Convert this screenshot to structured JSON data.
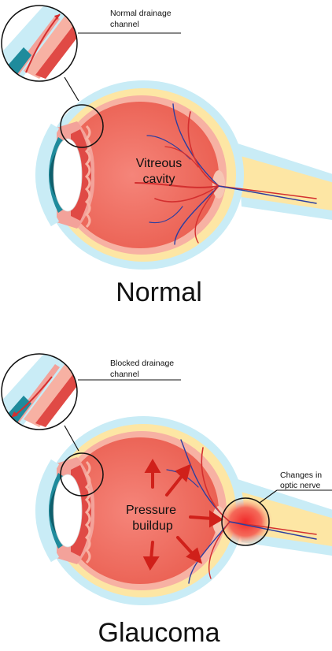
{
  "normal": {
    "callout": [
      "Normal drainage",
      "channel"
    ],
    "inner_label": [
      "Vitreous",
      "cavity"
    ],
    "caption": "Normal"
  },
  "glaucoma": {
    "callout": [
      "Blocked drainage",
      "channel"
    ],
    "inner_label": [
      "Pressure",
      "buildup"
    ],
    "nerve_callout": [
      "Changes in",
      "optic nerve"
    ],
    "caption": "Glaucoma"
  },
  "colors": {
    "outer_layer": "#c9ecf6",
    "sclera": "#fde6a4",
    "choroid": "#f7b1a3",
    "vitreous": "#ef6d5e",
    "iris": "#1f8b9c",
    "artery": "#d32f2f",
    "vein": "#2b3ea0",
    "pressure_arrow": "#d0201a"
  }
}
